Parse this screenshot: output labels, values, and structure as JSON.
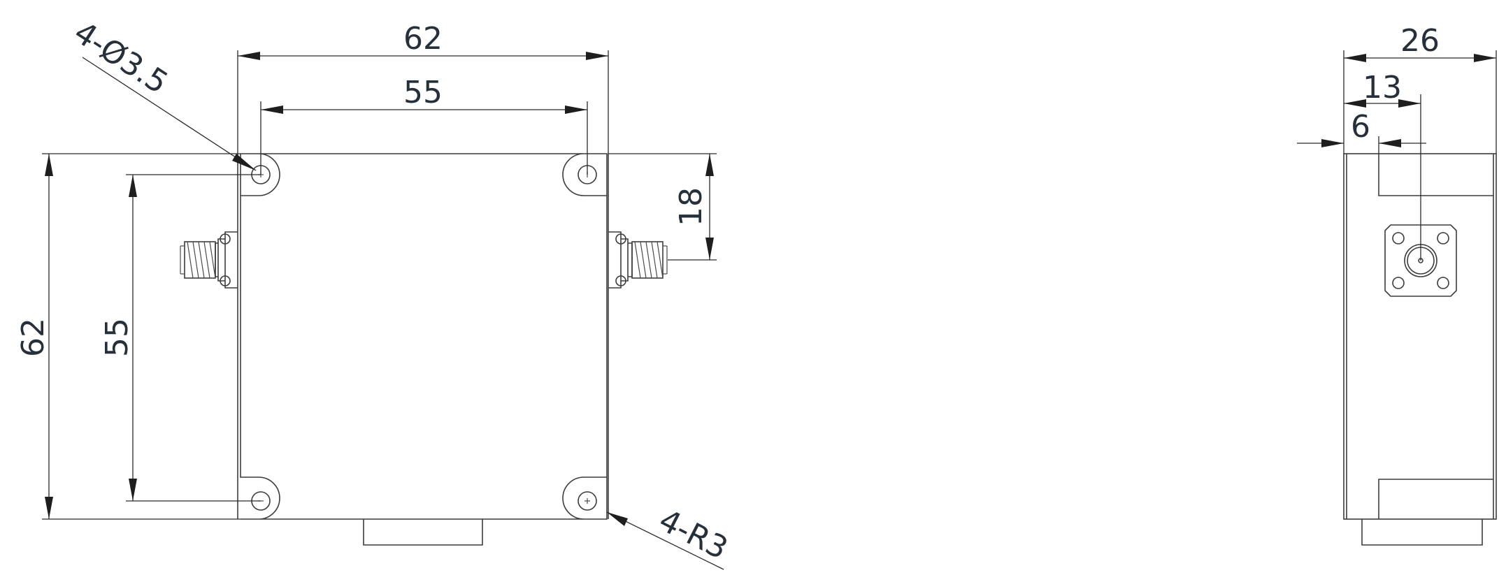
{
  "drawing": {
    "front_view": {
      "overall_width": "62",
      "hole_spacing_width": "55",
      "overall_height": "62",
      "hole_spacing_height": "55",
      "connector_offset": "18",
      "hole_callout": "4-Ø3.5",
      "corner_callout": "4-R3"
    },
    "side_view": {
      "overall_depth": "26",
      "connector_center": "13",
      "flange_offset": "6"
    }
  },
  "colors": {
    "line": "#3c3c3c",
    "text": "#26303a",
    "background": "#ffffff"
  }
}
